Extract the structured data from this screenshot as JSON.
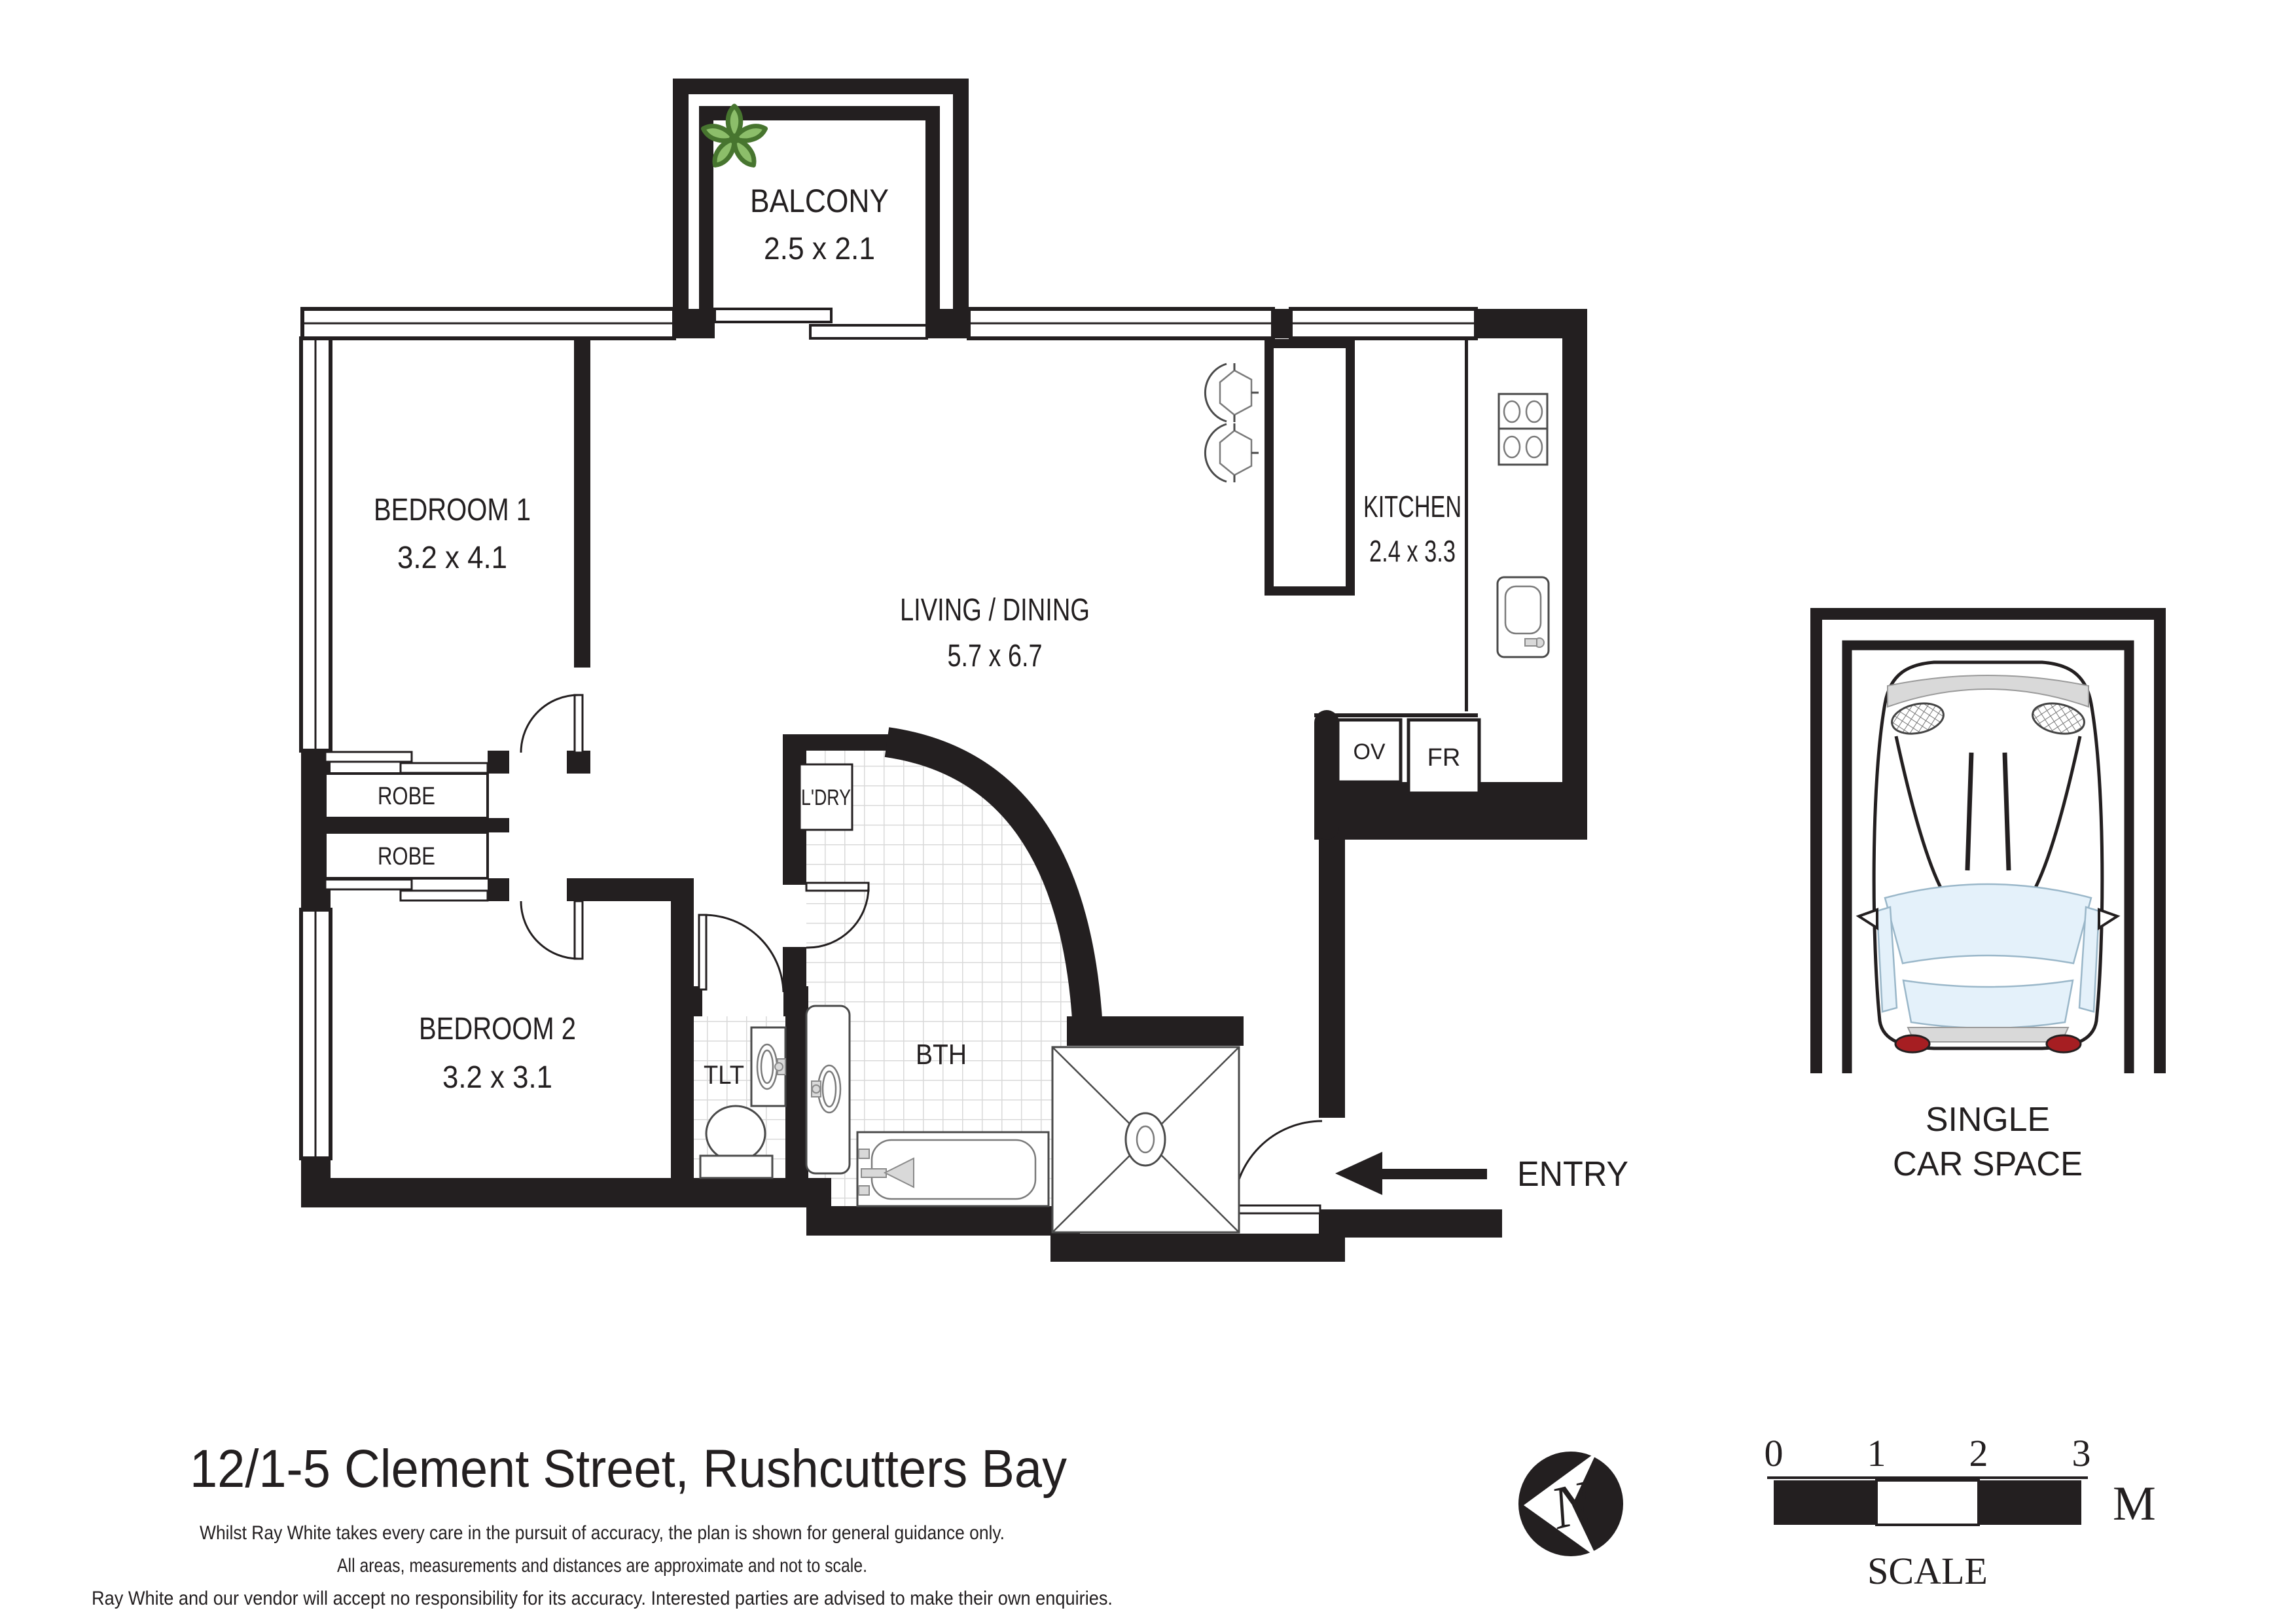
{
  "plan": {
    "balcony": {
      "name": "BALCONY",
      "dims": "2.5 x 2.1"
    },
    "bedroom1": {
      "name": "BEDROOM 1",
      "dims": "3.2 x 4.1"
    },
    "living": {
      "name": "LIVING / DINING",
      "dims": "5.7 x 6.7"
    },
    "kitchen": {
      "name": "KITCHEN",
      "dims": "2.4 x 3.3"
    },
    "bedroom2": {
      "name": "BEDROOM 2",
      "dims": "3.2 x 3.1"
    },
    "robe_top": "ROBE",
    "robe_bottom": "ROBE",
    "laundry": "L'DRY",
    "bath": "BTH",
    "toilet": "TLT",
    "oven": "OV",
    "fridge": "FR",
    "entry": "ENTRY"
  },
  "car_space": {
    "line1": "SINGLE",
    "line2": "CAR SPACE"
  },
  "footer": {
    "address": "12/1-5 Clement Street, Rushcutters Bay",
    "disclaimer1": "Whilst Ray White takes every care in the pursuit of accuracy, the plan is shown for general guidance only.",
    "disclaimer2": "All areas, measurements and distances are approximate and not to scale.",
    "disclaimer3": "Ray White and our vendor will accept no responsibility for its accuracy. Interested parties are advised to make their own enquiries."
  },
  "compass": {
    "north": "N"
  },
  "scale_bar": {
    "t0": "0",
    "t1": "1",
    "t2": "2",
    "t3": "3",
    "unit": "M",
    "label": "SCALE"
  },
  "colors": {
    "wall": "#231f20",
    "plant_light": "#8cbe6a",
    "plant_dark": "#47752f",
    "glass": "#e4f1fa",
    "taillight": "#a61e22",
    "tile_line": "#d9d9d9"
  }
}
